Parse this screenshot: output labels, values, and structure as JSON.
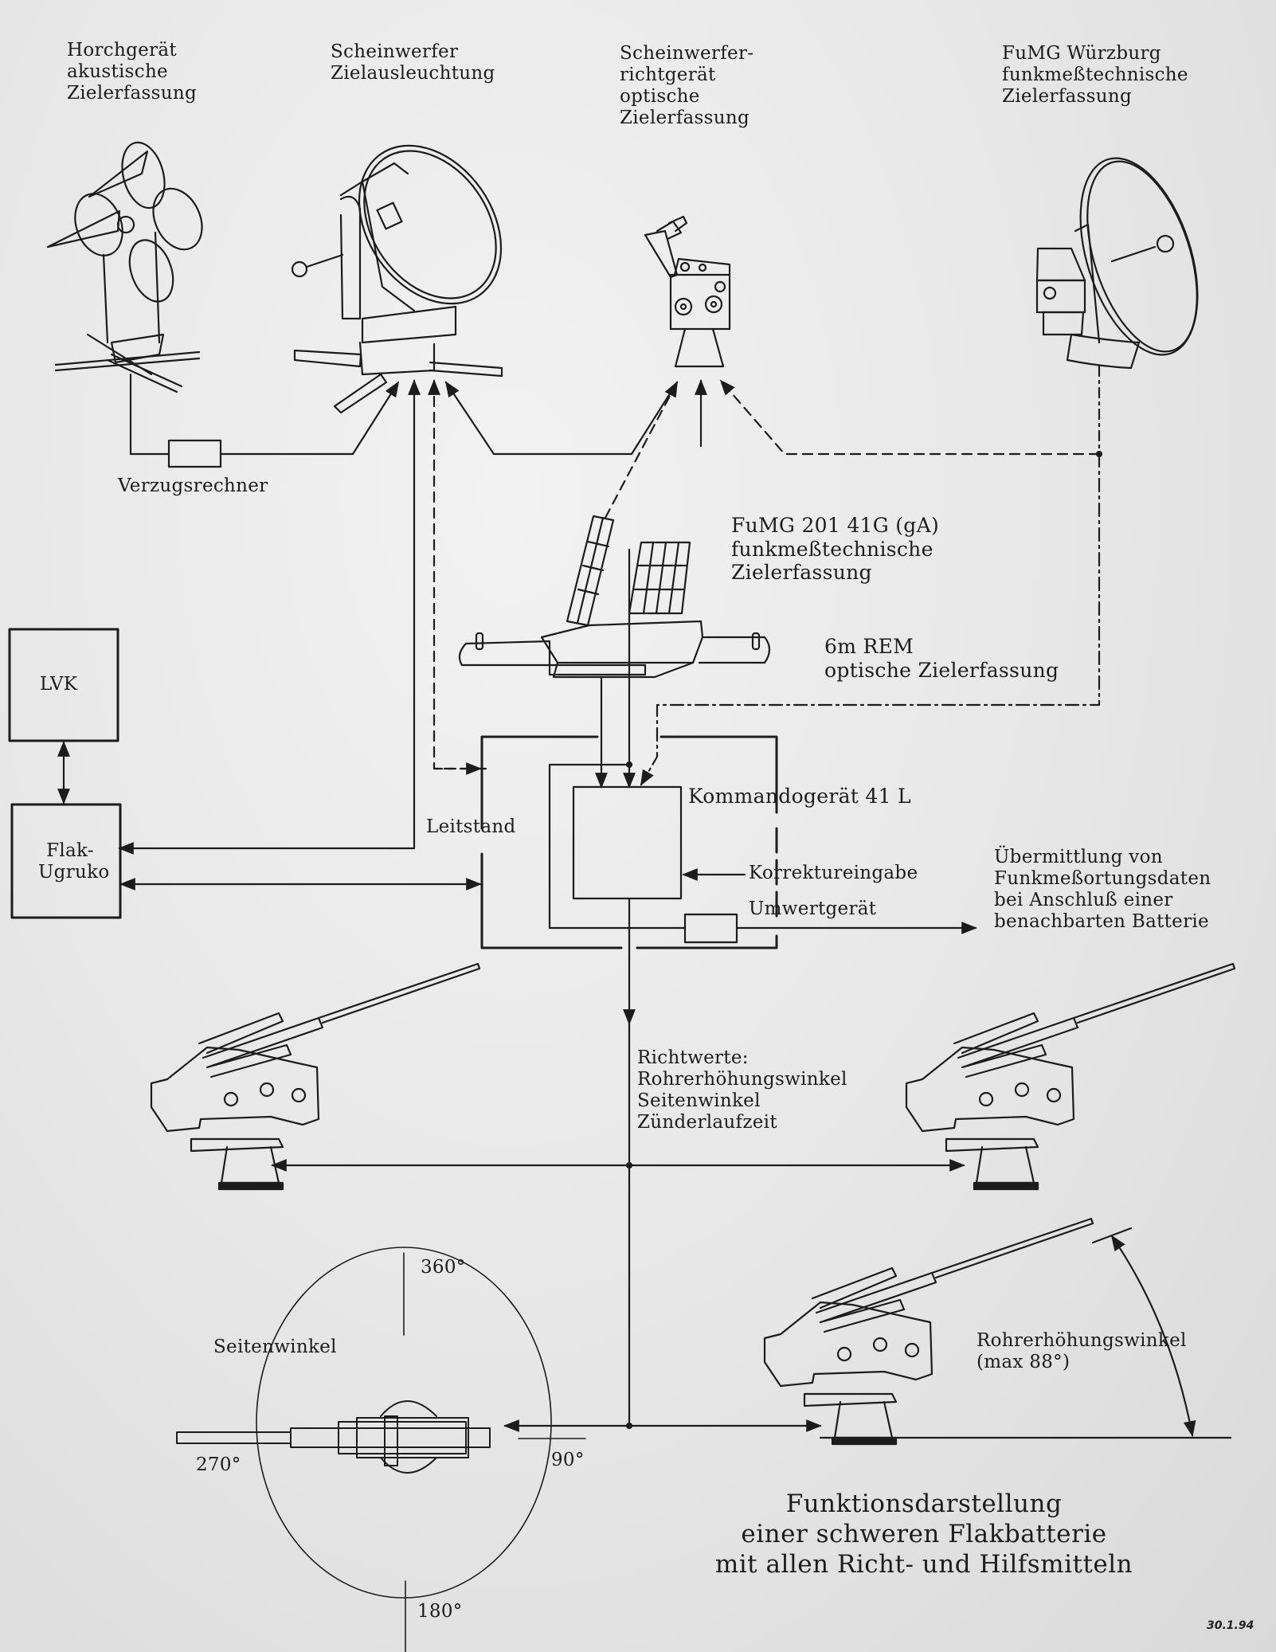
{
  "title": {
    "lines": [
      "Funktionsdarstellung",
      "einer schweren Flakbatterie",
      "mit allen Richt- und Hilfsmitteln"
    ]
  },
  "devices": {
    "horchgeraet": {
      "label": "Horchgerät\nakustische\nZielerfassung"
    },
    "scheinwerfer": {
      "label": "Scheinwerfer\nZielausleuchtung"
    },
    "richtgeraet": {
      "label": "Scheinwerfer-\nrichtgerät\noptische\nZielerfassung"
    },
    "wuerzburg": {
      "label": "FuMG Würzburg\nfunkmeßtechnische\nZielerfassung"
    },
    "fumg201": {
      "label": "FuMG 201 41G (gA)\nfunkmeßtechnische\nZielerfassung"
    },
    "rem": {
      "label": "6m REM\noptische Zielerfassung"
    }
  },
  "blocks": {
    "verzugsrechner": "Verzugsrechner",
    "lvk": "LVK",
    "flak_ugruko": "Flak-\nUgruko",
    "leitstand": "Leitstand",
    "kommandogeraet": "Kommandogerät 41 L",
    "korrektureingabe": "Korrektureingabe",
    "umwertgeraet": "Umwertgerät",
    "uebermittlung": "Übermittlung von\nFunkmeßortungsdaten\nbei Anschluß einer\nbenachbarten Batterie"
  },
  "richtwerte": {
    "label": "Richtwerte:\nRohrerhöhungswinkel\nSeitenwinkel\nZünderlaufzeit"
  },
  "seitenwinkel": {
    "label": "Seitenwinkel",
    "ticks": {
      "top": "360°",
      "right": "90°",
      "bottom": "180°",
      "left": "270°"
    }
  },
  "elevation": {
    "label": "Rohrerhöhungswinkel\n(max 88°)",
    "max_deg": 88
  },
  "annotation": {
    "date": "30.1.94"
  },
  "colors": {
    "ink": "#1c1c1c",
    "paper": "#e9e9e9"
  }
}
